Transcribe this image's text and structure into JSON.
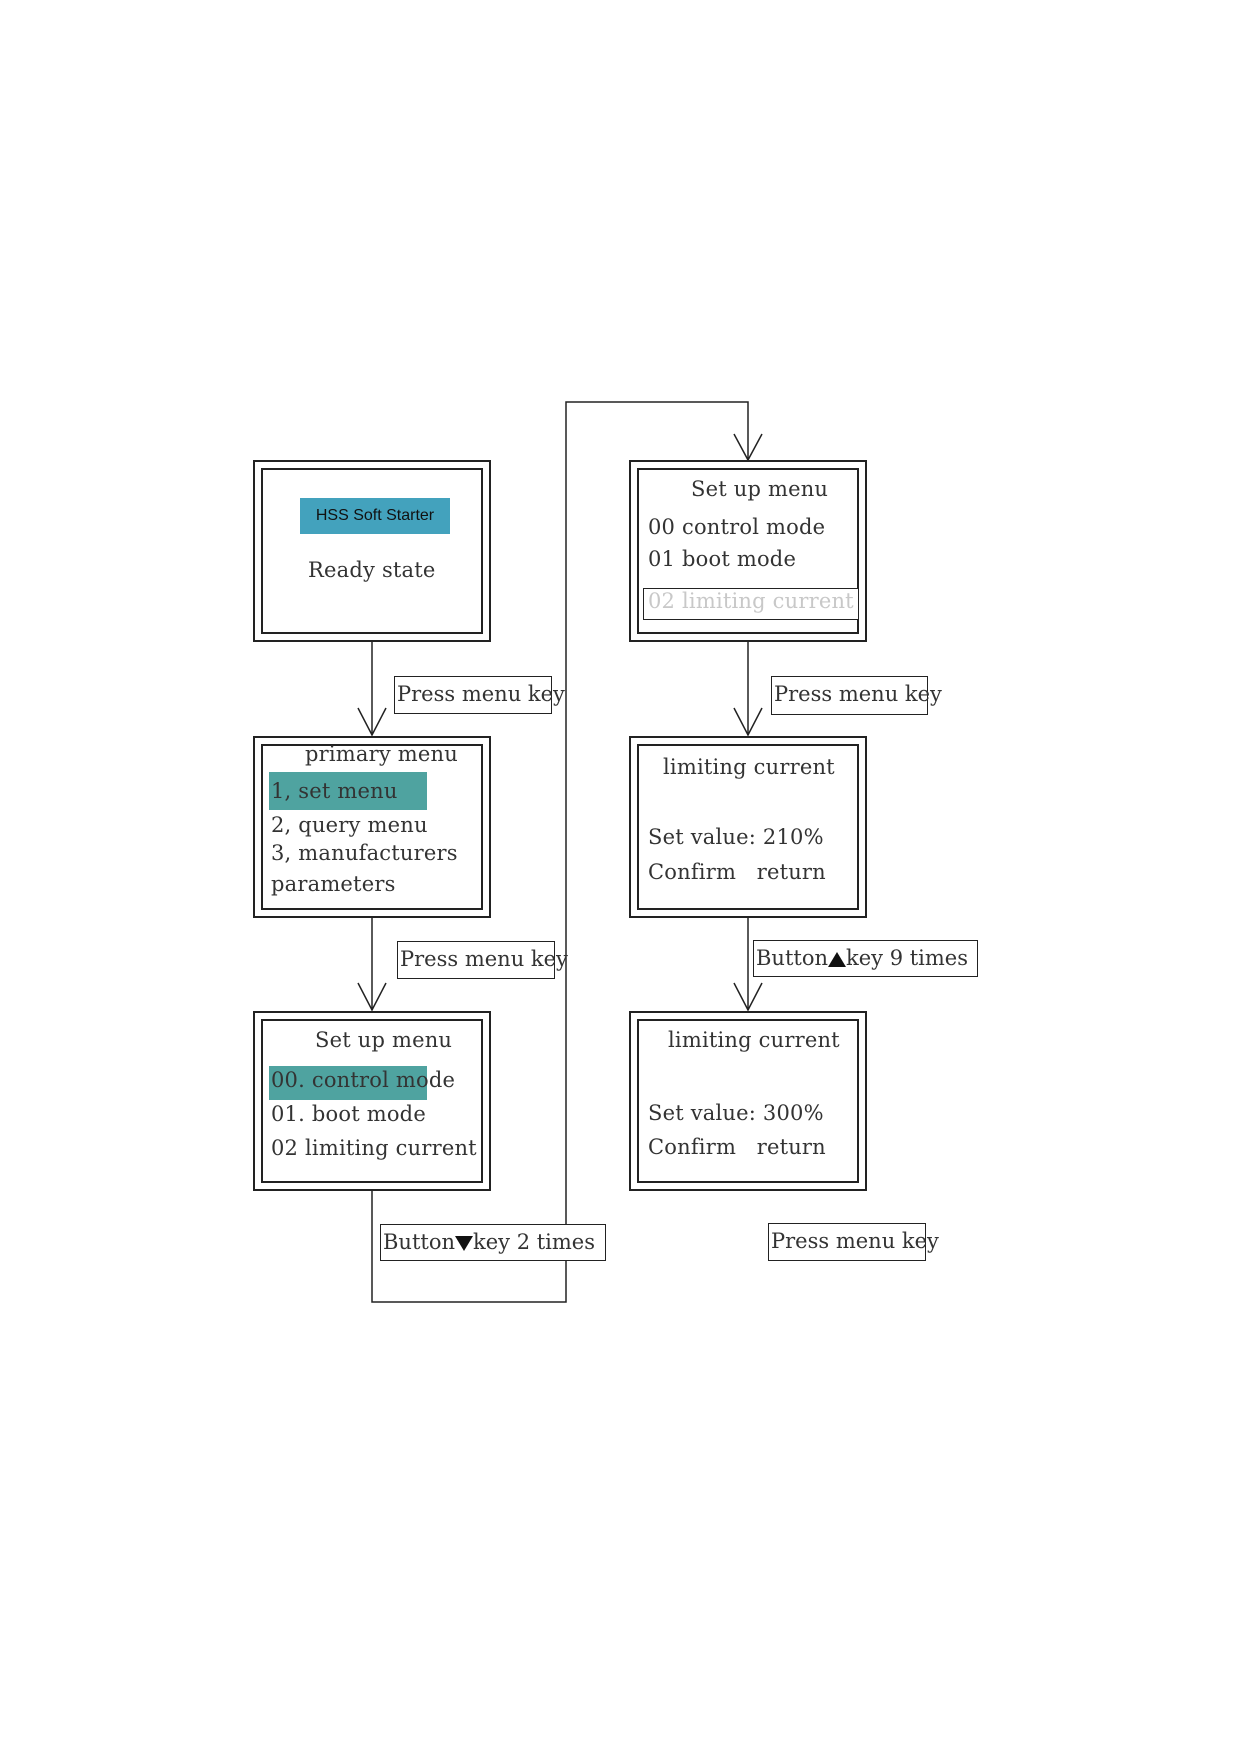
{
  "screens": {
    "ready": {
      "brand": "HSS Soft Starter",
      "status": "Ready state"
    },
    "primary": {
      "title": "primary menu",
      "item1": "1,  set menu",
      "item2": "2,  query menu",
      "item3": "3,  manufacturers",
      "item3b": "parameters"
    },
    "setup_a": {
      "title": "Set up menu",
      "item0": "00.  control mode",
      "item1": "01.  boot mode",
      "item2": "02 limiting current"
    },
    "setup_b": {
      "title": "Set up menu",
      "item0": "00 control mode",
      "item1": "01 boot mode",
      "item2": "02 limiting current"
    },
    "limit_a": {
      "title": "limiting current",
      "value": "Set value: 210%",
      "actions": "Confirm   return"
    },
    "limit_b": {
      "title": "limiting current",
      "value": "Set value: 300%",
      "actions": "Confirm   return"
    }
  },
  "labels": {
    "press1": "Press menu key",
    "press2": "Press menu key",
    "down_prefix": "Button",
    "down_suffix": "key 2 times",
    "press3": "Press menu key",
    "up_prefix": "Button",
    "up_suffix": "key 9 times",
    "press4": "Press menu key"
  },
  "icons": {
    "down": "triangle-down-icon",
    "up": "triangle-up-icon"
  },
  "colors": {
    "highlight": "#4fa3a0",
    "brand_bg": "#43a2bd"
  }
}
